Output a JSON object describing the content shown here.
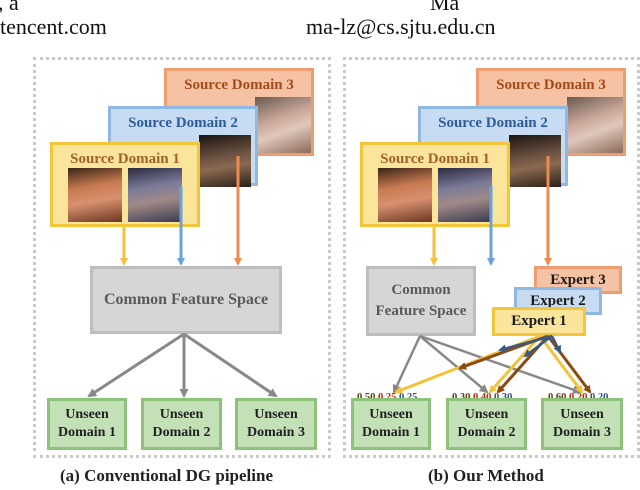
{
  "header": {
    "left_fragment": ", a",
    "left_email": "tencent.com",
    "right_fragment": "Ma",
    "right_email": "ma-lz@cs.sjtu.edu.cn"
  },
  "left_panel": {
    "sources": [
      "Source Domain 3",
      "Source Domain 2",
      "Source Domain 1"
    ],
    "common_space": "Common Feature Space",
    "unseen": [
      {
        "line1": "Unseen",
        "line2": "Domain 1"
      },
      {
        "line1": "Unseen",
        "line2": "Domain 2"
      },
      {
        "line1": "Unseen",
        "line2": "Domain 3"
      }
    ],
    "caption": "(a) Conventional DG pipeline"
  },
  "right_panel": {
    "sources": [
      "Source Domain 3",
      "Source Domain 2",
      "Source Domain 1"
    ],
    "common_space": {
      "line1": "Common",
      "line2": "Feature Space"
    },
    "experts": [
      "Expert 3",
      "Expert 2",
      "Expert 1"
    ],
    "scores": [
      {
        "a": "0.50,",
        "b": "0.25",
        "c": ",0.25"
      },
      {
        "a": "0.30,",
        "b": "0.40",
        "c": ",0.30"
      },
      {
        "a": "0.60,",
        "b": "0.20",
        "c": ",0.20"
      }
    ],
    "unseen": [
      {
        "line1": "Unseen",
        "line2": "Domain 1"
      },
      {
        "line1": "Unseen",
        "line2": "Domain 2"
      },
      {
        "line1": "Unseen",
        "line2": "Domain 3"
      }
    ],
    "caption": "(b) Our Method"
  },
  "colors": {
    "source1_fill": "#fbe59b",
    "source1_border": "#f3c63a",
    "source1_text": "#a0622a",
    "source2_fill": "#c7dcf2",
    "source2_border": "#8fb9e3",
    "source2_text": "#2c5d9a",
    "source3_fill": "#f6c2a4",
    "source3_border": "#ee9d70",
    "source3_text": "#a34a1a",
    "expert1_fill": "#fbe59b",
    "expert1_border": "#f3c63a",
    "expert2_fill": "#c7dcf2",
    "expert2_border": "#8fb9e3",
    "expert3_fill": "#f6c2a4",
    "expert3_border": "#ee9d70",
    "arrow_yellow": "#f3c23a",
    "arrow_blue": "#6aa3da",
    "arrow_orange": "#ee8a4e",
    "arrow_gray": "#888888",
    "arrow_brown": "#8a4a14",
    "arrow_navy": "#3a5a80"
  },
  "icons": [
    "face-photo-icon",
    "arrow-icon"
  ]
}
